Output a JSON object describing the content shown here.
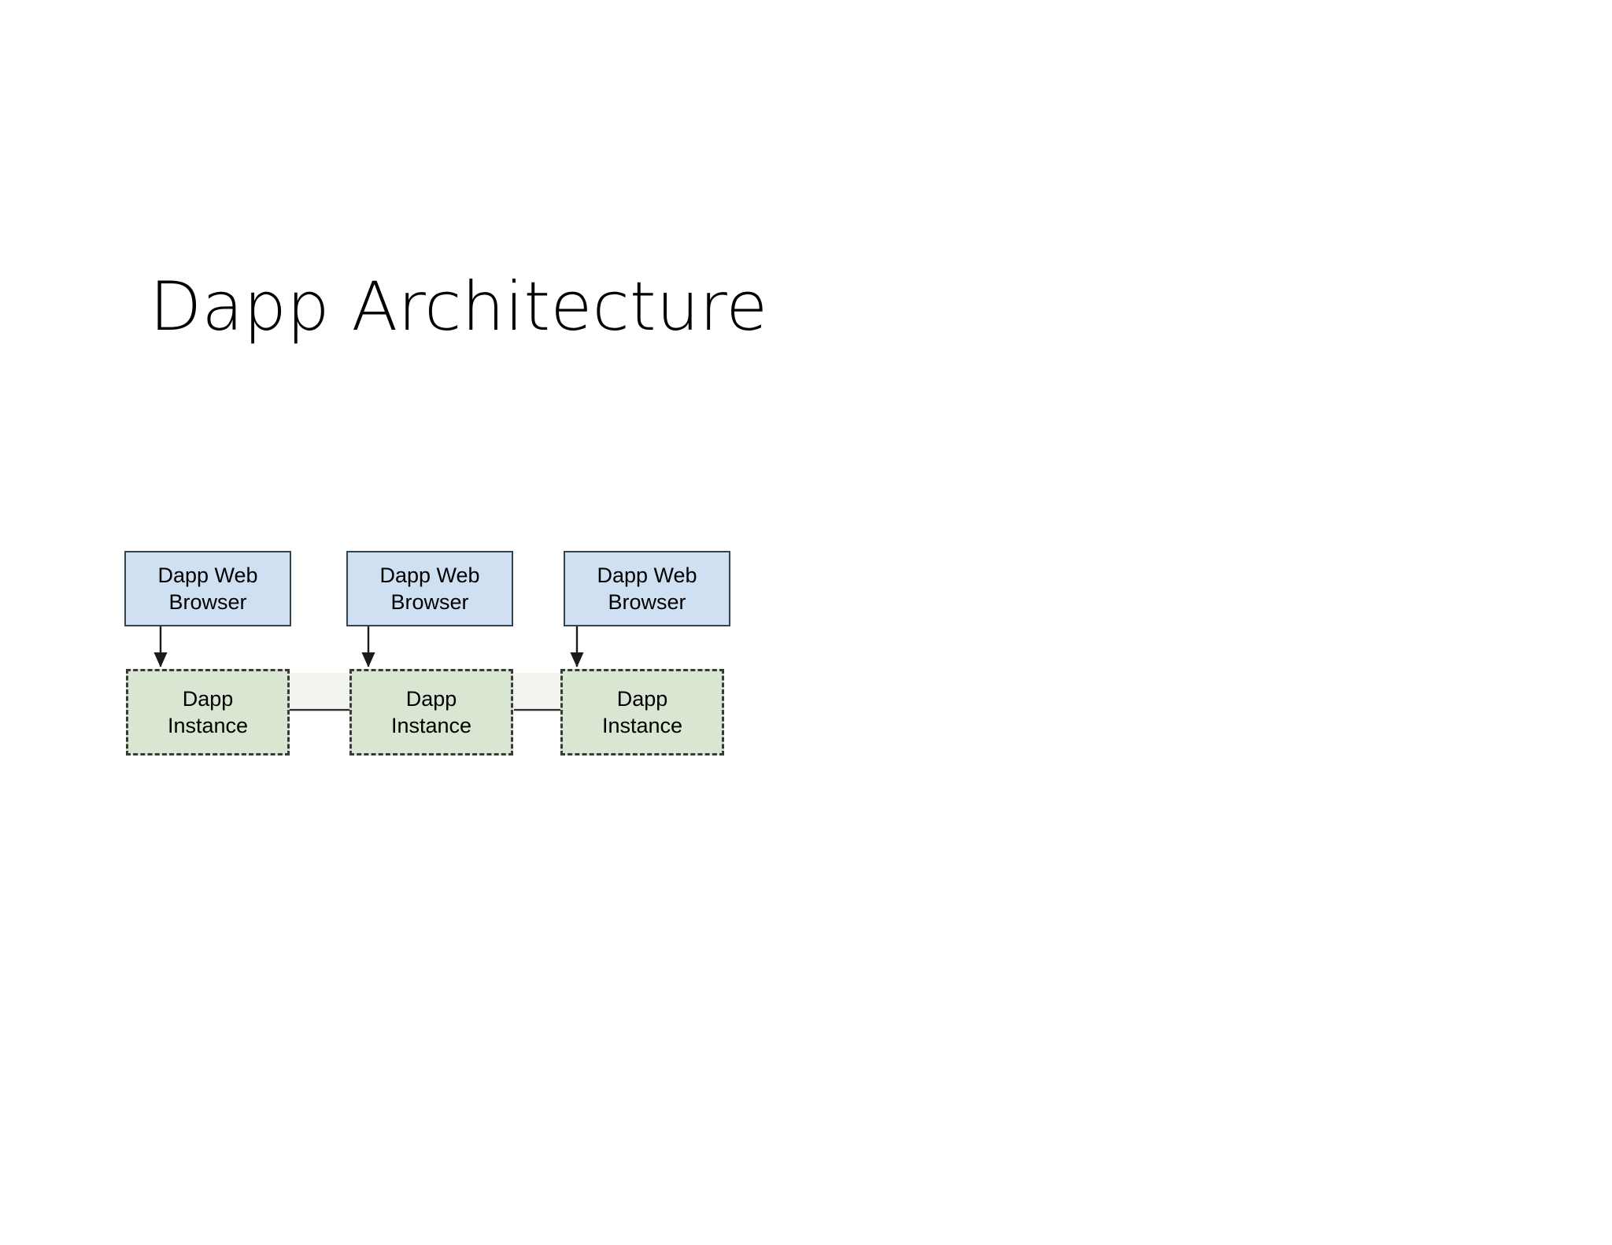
{
  "slide": {
    "title": "Dapp Architecture",
    "background_color": "#ffffff"
  },
  "diagram": {
    "type": "block-diagram",
    "columns": 3,
    "colors": {
      "browser_fill": "#cfe0f3",
      "browser_stroke": "#33444f",
      "instance_fill": "#d9e7d2",
      "instance_stroke": "#3a3a3a",
      "connector_stroke": "#2b2b2b",
      "text": "#000000"
    },
    "browsers": [
      {
        "line1": "Dapp Web",
        "line2": "Browser"
      },
      {
        "line1": "Dapp Web",
        "line2": "Browser"
      },
      {
        "line1": "Dapp Web",
        "line2": "Browser"
      }
    ],
    "instances": [
      {
        "line1": "Dapp",
        "line2": "Instance"
      },
      {
        "line1": "Dapp",
        "line2": "Instance"
      },
      {
        "line1": "Dapp",
        "line2": "Instance"
      }
    ],
    "arrows": [
      {
        "from": "browser-1",
        "to": "instance-1",
        "style": "solid-arrow-down"
      },
      {
        "from": "browser-2",
        "to": "instance-2",
        "style": "solid-arrow-down"
      },
      {
        "from": "browser-3",
        "to": "instance-3",
        "style": "solid-arrow-down"
      }
    ],
    "links": [
      {
        "from": "instance-1",
        "to": "instance-2",
        "style": "solid-line"
      },
      {
        "from": "instance-2",
        "to": "instance-3",
        "style": "solid-line"
      }
    ]
  }
}
